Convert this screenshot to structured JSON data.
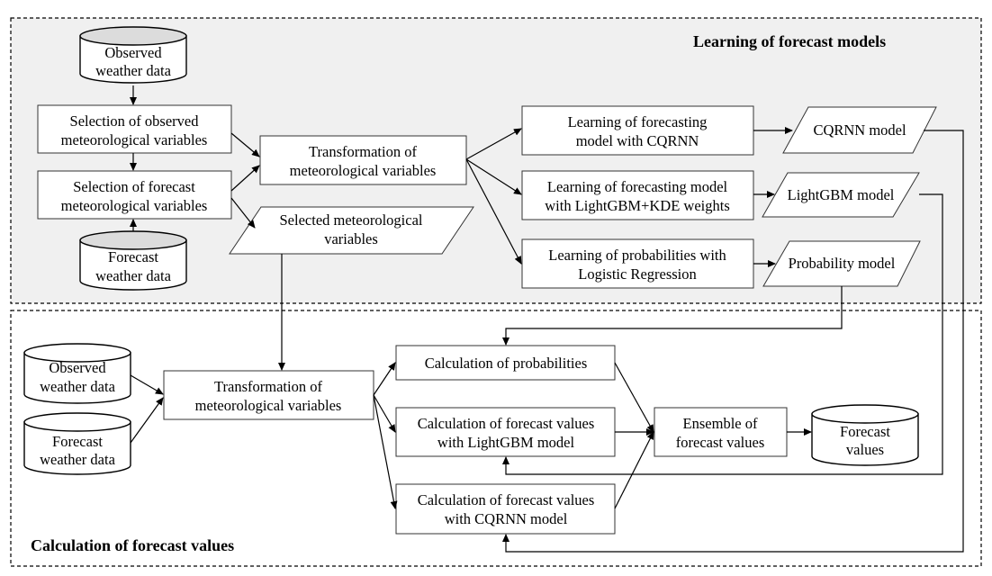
{
  "sections": {
    "learning_title": "Learning of forecast models",
    "calculation_title": "Calculation of forecast values"
  },
  "learning": {
    "observed_db": [
      "Observed",
      "weather data"
    ],
    "select_observed": [
      "Selection of observed",
      "meteorological variables"
    ],
    "select_forecast": [
      "Selection of forecast",
      "meteorological variables"
    ],
    "forecast_db": [
      "Forecast",
      "weather data"
    ],
    "transform": [
      "Transformation of",
      "meteorological variables"
    ],
    "selected_vars": [
      "Selected meteorological",
      "variables"
    ],
    "learn_cqrnn": [
      "Learning of forecasting",
      "model with CQRNN"
    ],
    "learn_lgbm": [
      "Learning of forecasting model",
      "with LightGBM+KDE weights"
    ],
    "learn_prob": [
      "Learning of probabilities with",
      "Logistic Regression"
    ],
    "cqrnn_model": [
      "CQRNN model"
    ],
    "lgbm_model": [
      "LightGBM model"
    ],
    "prob_model": [
      "Probability model"
    ]
  },
  "calculation": {
    "observed_db": [
      "Observed",
      "weather data"
    ],
    "forecast_db": [
      "Forecast",
      "weather data"
    ],
    "transform": [
      "Transformation of",
      "meteorological variables"
    ],
    "calc_prob": [
      "Calculation of probabilities"
    ],
    "calc_lgbm": [
      "Calculation of forecast values",
      "with LightGBM model"
    ],
    "calc_cqrnn": [
      "Calculation of forecast values",
      "with CQRNN model"
    ],
    "ensemble": [
      "Ensemble of",
      "forecast values"
    ],
    "forecast_values": [
      "Forecast",
      "values"
    ]
  }
}
